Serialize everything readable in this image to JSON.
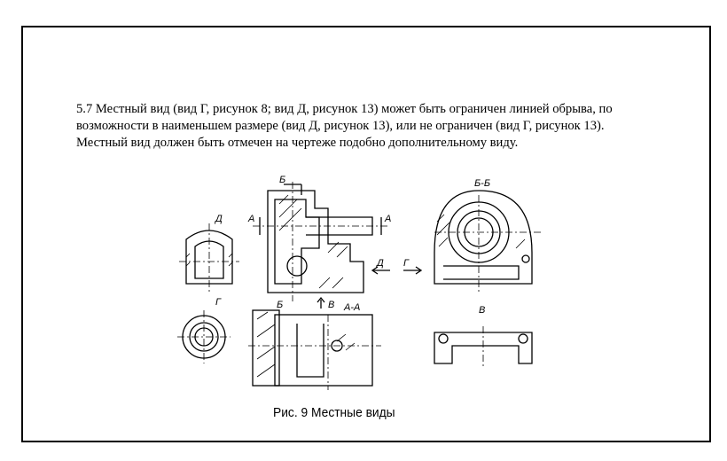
{
  "paragraph": {
    "line1": "5.7 Местный вид (вид Г, рисунок 8; вид Д, рисунок 13) может быть ограничен линией обрыва, по",
    "line2": "возможности в наименьшем размере (вид Д, рисунок 13), или не ограничен (вид Г, рисунок 13).",
    "line3": "Местный вид должен быть отмечен на чертеже подобно дополнительному виду."
  },
  "drawing_labels": {
    "view_d": "Д",
    "view_g": "Г",
    "cut_b_top": "Б",
    "cut_b_bottom": "Б",
    "section_a_left": "А",
    "section_a_right": "А",
    "arrow_d": "Д",
    "arrow_g": "Г",
    "section_bb": "Б-Б",
    "view_v_arrow": "В",
    "section_aa": "А-А",
    "view_v": "В"
  },
  "caption": "Рис. 9 Местные виды"
}
